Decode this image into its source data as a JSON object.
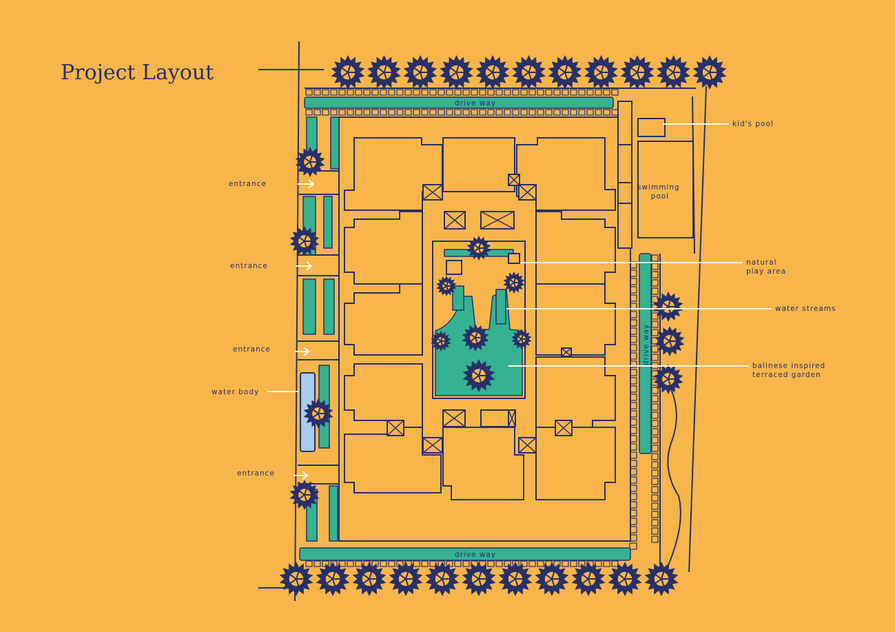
{
  "title": "Project Layout",
  "driveways": {
    "top": "drive way",
    "right": "drive way",
    "bottom": "drive way"
  },
  "left_labels": {
    "entrance_1": "entrance",
    "entrance_2": "entrance",
    "entrance_3": "entrance",
    "water_body": "water body",
    "entrance_4": "entrance"
  },
  "right_labels": {
    "kids_pool": "kid's pool",
    "swimming_pool": [
      "swimming",
      "pool"
    ],
    "natural_play_area": [
      "natural",
      "play area"
    ],
    "water_streams": "water streams",
    "terraced_garden": [
      "balinese inspired",
      "terraced garden"
    ]
  },
  "colors": {
    "background": "#F7B54B",
    "ink": "#27306A",
    "green": "#35B292",
    "water": "#A9CBE8",
    "leader": "#FFF6E0"
  }
}
